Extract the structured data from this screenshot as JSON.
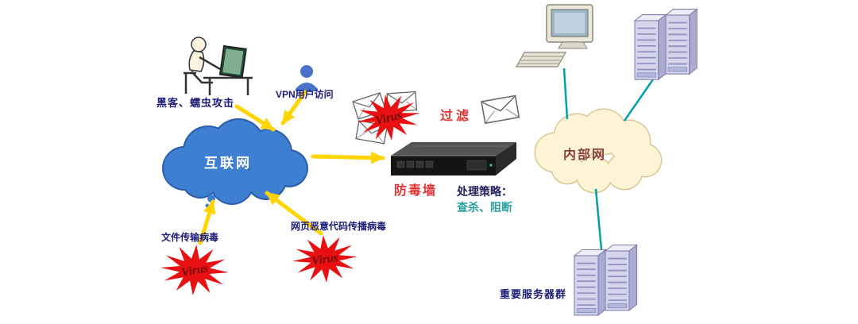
{
  "labels": {
    "hacker_attack": "黑客、蠕虫攻击",
    "vpn_user": "VPN用户访问",
    "internet": "互联网",
    "virus": "Virus",
    "filter": "过滤",
    "firewall": "防毒墙",
    "policy_title": "处理策略：",
    "policy_actions": "查杀、阻断",
    "internal_network": "内部网",
    "file_transfer_virus": "文件传输病毒",
    "web_malicious_code_virus": "网页恶意代码传播病毒",
    "important_servers": "重要服务器群"
  },
  "colors": {
    "internet_cloud": "#3f7fd2",
    "internal_cloud": "#fcf4d4",
    "attack_arrow": "#ffd400",
    "network_link": "#00a0a5",
    "virus_star": "#e81010",
    "label_text": "#1b1b78",
    "alert_text": "#e23333",
    "policy_action_text": "#2ba0a0",
    "internal_label_text": "#8b4040"
  }
}
